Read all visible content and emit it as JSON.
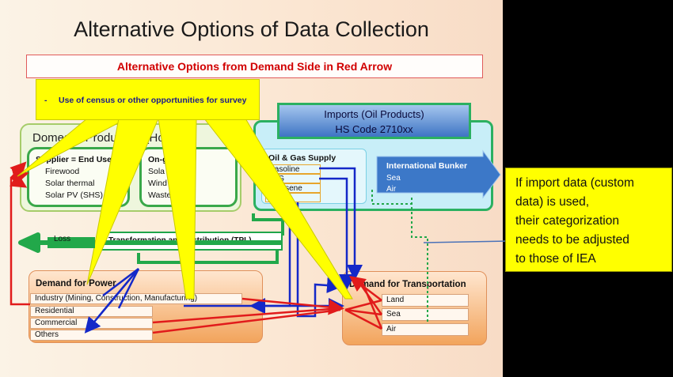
{
  "slide": {
    "title": "Alternative Options of Data Collection",
    "red_banner": "Alternative Options from Demand Side in Red Arrow",
    "yellow_box_bullet": "-",
    "yellow_box_text": "Use of census or other opportunities for survey"
  },
  "domestic_production": {
    "title": "Domestic Production (Ho",
    "supplier_box": {
      "title": "Supplier = End User",
      "items": [
        "Firewood",
        "Solar thermal",
        "Solar PV (SHS)"
      ]
    },
    "ongrid_box": {
      "title": "On-grid (I",
      "items": [
        "Sola",
        "Wind",
        "Waste"
      ]
    }
  },
  "imports": {
    "header_line1": "Imports (Oil Products)",
    "header_line2": "HS Code 2710xx",
    "oil_gas": {
      "title": "Oil & Gas Supply",
      "items": [
        "Gasoline",
        "LPG",
        "Kerosene",
        "Diesel"
      ]
    },
    "bunker": {
      "title": "International Bunker",
      "items": [
        "Sea",
        "Air"
      ]
    }
  },
  "transformation": {
    "label": "Transformation and Distribution (TPL)",
    "loss_label": "Loss"
  },
  "demand_power": {
    "title": "Demand for Power",
    "items": [
      "Industry (Mining, Construction, Manufacturing)",
      "Residential",
      "Commercial",
      "Others"
    ]
  },
  "demand_transport": {
    "title": "Demand for Transportation",
    "items": [
      "Land",
      "Sea",
      "Air"
    ]
  },
  "callout": {
    "lines": [
      "If import data (custom",
      "data) is used,",
      "their categorization",
      "needs to be adjusted",
      "to those of IEA"
    ]
  },
  "colors": {
    "red_arrow": "#e11b1b",
    "blue_arrow": "#1428c8",
    "green_flow": "#22a84a",
    "yellow_highlight": "#ffff00"
  }
}
